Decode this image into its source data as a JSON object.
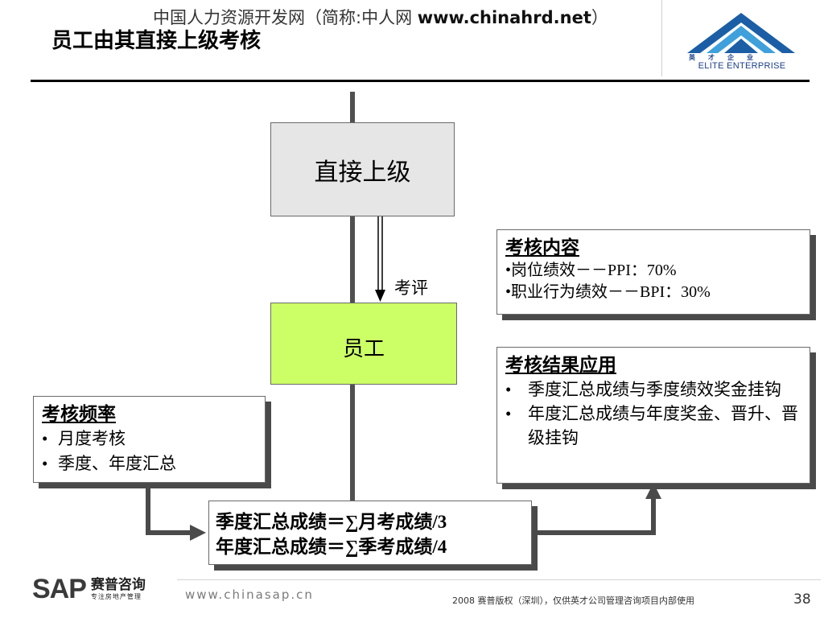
{
  "header": {
    "site_text": "中国人力资源开发网（简称:中人网 ",
    "site_url": "www.chinahrd.net",
    "site_close": "）",
    "title": "员工由其直接上级考核"
  },
  "logo": {
    "cn_text": "英才企业",
    "en_text": "ELITE ENTERPRISE",
    "color": "#1b5ea6"
  },
  "diagram": {
    "supervisor_label": "直接上级",
    "employee_label": "员工",
    "evaluate_label": "考评",
    "content_box": {
      "heading": "考核内容",
      "lines": [
        "•岗位绩效－－PPI：70%",
        "•职业行为绩效－－BPI：30%"
      ]
    },
    "results_box": {
      "heading": "考核结果应用",
      "items": [
        "季度汇总成绩与季度绩效奖金挂钩",
        "年度汇总成绩与年度奖金、晋升、晋级挂钩"
      ]
    },
    "frequency_box": {
      "heading": "考核频率",
      "items": [
        "月度考核",
        "季度、年度汇总"
      ]
    },
    "formula_box": {
      "lines": [
        "季度汇总成绩＝∑月考成绩/3",
        "年度汇总成绩＝∑季考成绩/4"
      ]
    },
    "colors": {
      "supervisor_fill": "#e6e6e6",
      "employee_fill": "#ccff66",
      "line": "#505050"
    }
  },
  "footer": {
    "brand": "SAP",
    "brand_cn": "赛普咨询",
    "brand_cn_sub": "专注房地产管理",
    "url": "www.chinasap.cn",
    "copyright": "2008 赛普版权（深圳），仅供英才公司管理咨询项目内部使用",
    "page_number": "38"
  }
}
